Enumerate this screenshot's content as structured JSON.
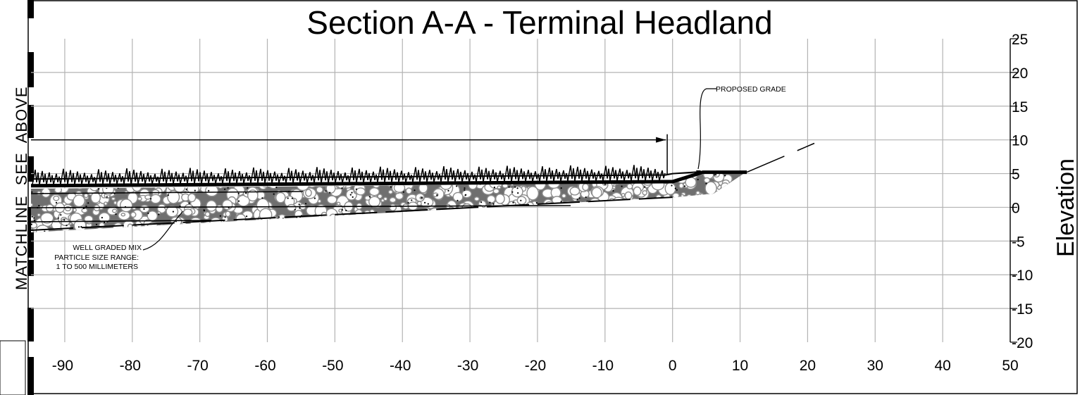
{
  "title": "Section A-A - Terminal Headland",
  "side_label": "MATCHLINE  SEE  ABOVE",
  "annotations": {
    "proposed_grade": "PROPOSED GRADE",
    "mix_line1": "WELL GRADED MIX",
    "mix_line2": "PARTICLE SIZE RANGE:",
    "mix_line3": "1 TO 500 MILLIMETERS"
  },
  "colors": {
    "grid": "#b3b3b3",
    "ink": "#000000",
    "stone": "#8c8c8c"
  },
  "chart_data": {
    "type": "line",
    "title": "Section A-A - Terminal Headland",
    "xlabel": "",
    "ylabel": "Elevation",
    "xlim": [
      -95,
      50
    ],
    "ylim": [
      -20,
      25
    ],
    "x_ticks": [
      -90,
      -80,
      -70,
      -60,
      -50,
      -40,
      -30,
      -20,
      -10,
      0,
      10,
      20,
      30,
      40,
      50
    ],
    "y_ticks": [
      25,
      20,
      15,
      10,
      5,
      0,
      -5,
      -10,
      -15,
      -20
    ],
    "grid": true,
    "series": [
      {
        "x": [
          -95,
          -1,
          0,
          4.5,
          11
        ],
        "y": [
          3.2,
          3.8,
          3.8,
          5.2,
          5.2
        ]
      },
      {
        "x": [
          -95,
          -1,
          0,
          4.5
        ],
        "y": [
          4.2,
          4.8,
          5,
          5.3
        ]
      },
      {
        "x": [
          -95,
          0
        ],
        "y": [
          -3.4,
          1.5
        ]
      },
      {
        "x": [
          11,
          21
        ],
        "y": [
          5.2,
          9.5
        ]
      },
      {
        "x": [
          -95,
          -1
        ],
        "y": [
          10,
          10
        ]
      }
    ]
  }
}
